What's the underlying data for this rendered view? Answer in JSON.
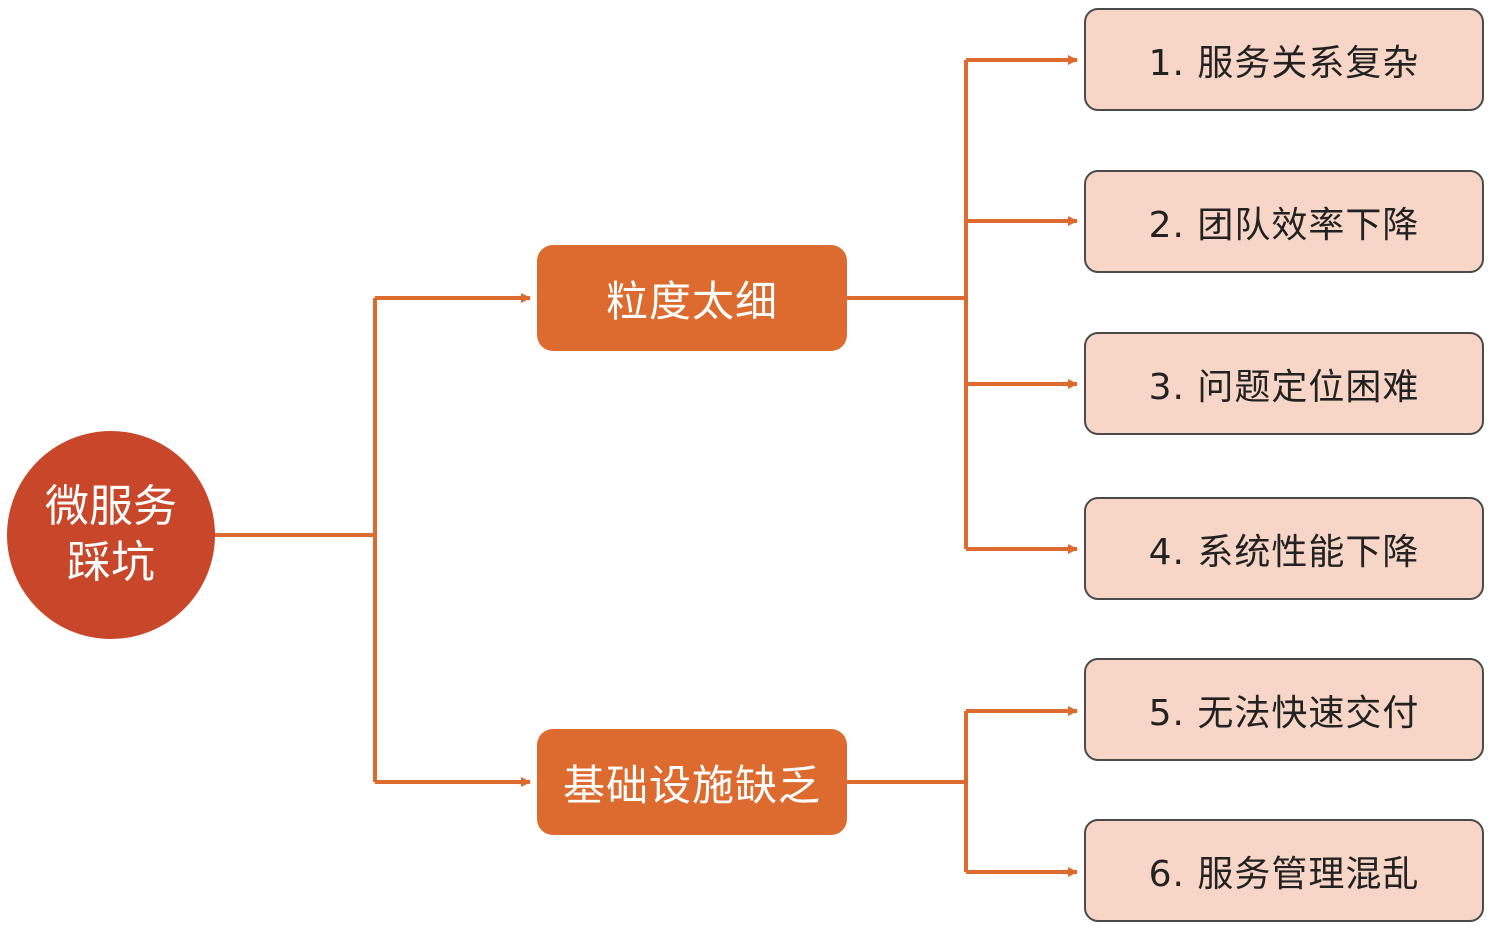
{
  "colors": {
    "root": "#C8472A",
    "branch": "#DD6A2E",
    "leaf_fill": "#F7D6C8",
    "leaf_border": "#4a4a4a",
    "connector": "#DD6A2E"
  },
  "root": {
    "label": "微服务\n踩坑"
  },
  "branches": [
    {
      "label": "粒度太细",
      "children": [
        {
          "label": "1. 服务关系复杂"
        },
        {
          "label": "2. 团队效率下降"
        },
        {
          "label": "3. 问题定位困难"
        },
        {
          "label": "4. 系统性能下降"
        }
      ]
    },
    {
      "label": "基础设施缺乏",
      "children": [
        {
          "label": "5. 无法快速交付"
        },
        {
          "label": "6. 服务管理混乱"
        }
      ]
    }
  ]
}
